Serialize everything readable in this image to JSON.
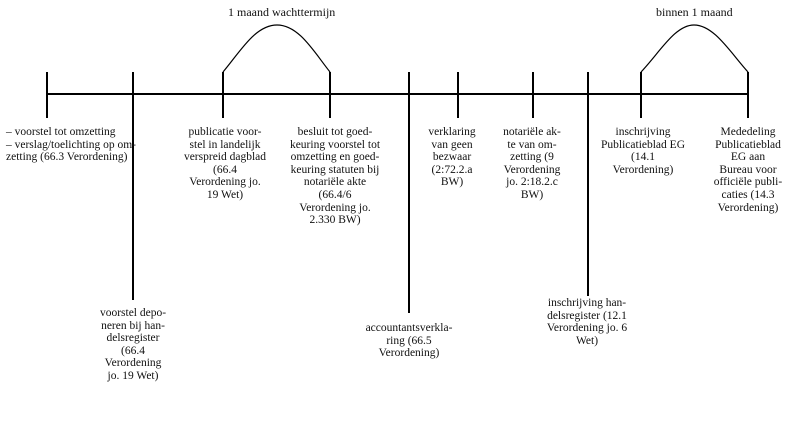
{
  "timeline": {
    "periods": [
      {
        "label": "1 maand wachttermijn"
      },
      {
        "label": "binnen 1 maand"
      }
    ],
    "steps": [
      {
        "id": "voorstel",
        "label": "–  voorstel tot omzetting\n–  verslag/toelichting op om-\n    zetting (66.3 Verordening)"
      },
      {
        "id": "deponeren",
        "label": "voorstel depo-\nneren bij han-\ndelsregister\n(66.4\nVerordening\njo. 19 Wet)"
      },
      {
        "id": "publicatie",
        "label": "publicatie voor-\nstel in landelijk\nverspreid dagblad\n(66.4\nVerordening jo.\n19 Wet)"
      },
      {
        "id": "besluit",
        "label": "besluit tot goed-\nkeuring voorstel tot\nomzetting en goed-\nkeuring statuten bij\nnotariële akte\n(66.4/6\nVerordening jo.\n2.330 BW)"
      },
      {
        "id": "accountant",
        "label": "accountantsverkla-\nring (66.5\nVerordening)"
      },
      {
        "id": "verklaring",
        "label": "verklaring\nvan geen\nbezwaar\n(2:72.2.a\nBW)"
      },
      {
        "id": "notarieel",
        "label": "notariële ak-\nte van om-\nzetting (9\nVerordening\njo. 2:18.2.c\nBW)"
      },
      {
        "id": "inschrijving-hr",
        "label": "inschrijving han-\ndelsregister (12.1\nVerordening jo. 6\nWet)"
      },
      {
        "id": "inschrijving-peg",
        "label": "inschrijving\nPublicatieblad EG\n(14.1\nVerordening)"
      },
      {
        "id": "mededeling",
        "label": "Mededeling\nPublicatieblad\nEG aan\nBureau voor\nofficiële publi-\ncaties (14.3\nVerordening)"
      }
    ]
  }
}
